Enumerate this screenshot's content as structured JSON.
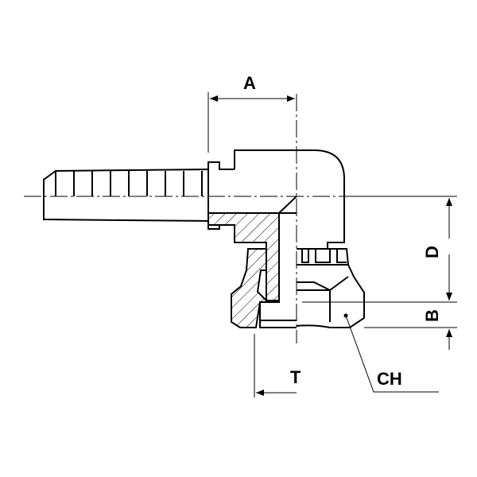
{
  "drawing": {
    "labels": {
      "A": "A",
      "D": "D",
      "B": "B",
      "T": "T",
      "CH": "CH"
    }
  }
}
